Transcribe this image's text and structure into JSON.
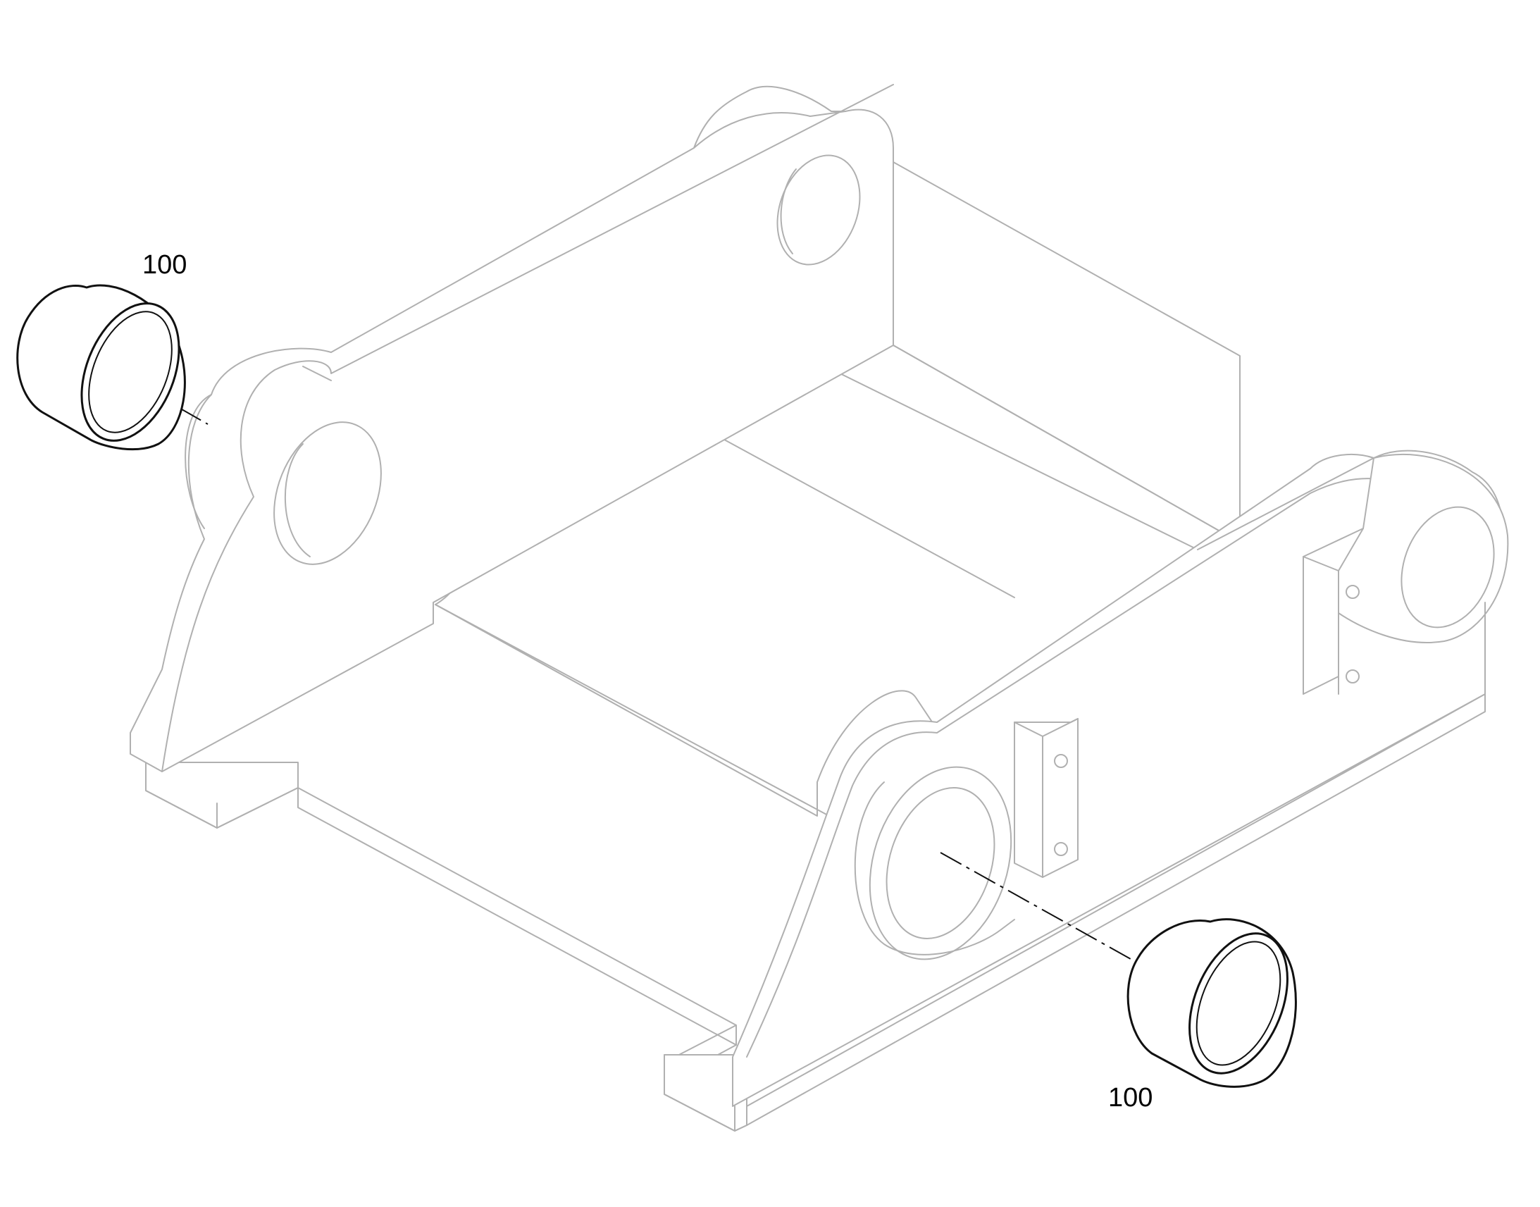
{
  "callouts": [
    {
      "id": "bushing-left",
      "text": "100"
    },
    {
      "id": "bushing-right",
      "text": "100"
    }
  ],
  "colors": {
    "frame_stroke": "#b0b0b0",
    "part_stroke": "#111111",
    "background": "#ffffff"
  }
}
